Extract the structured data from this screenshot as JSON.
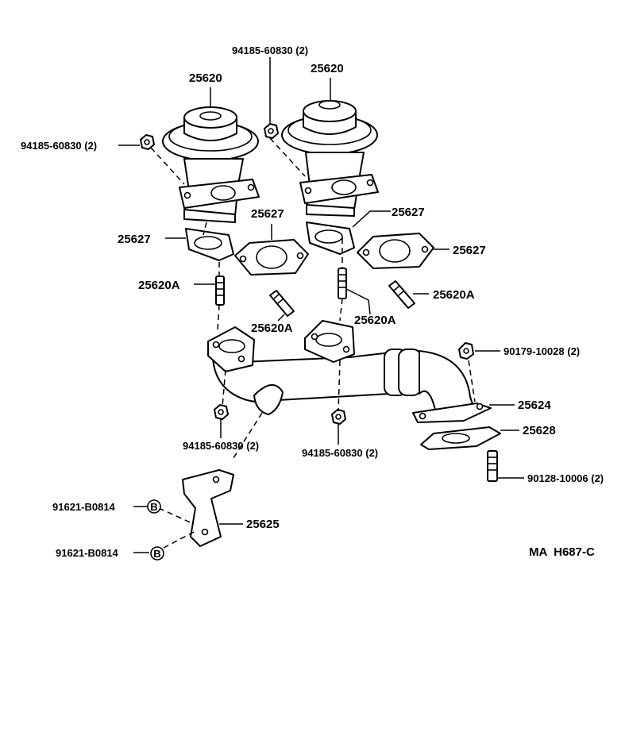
{
  "labels": {
    "egr_valve_left": "25620",
    "egr_valve_right": "25620",
    "nut_top": "94185-60830 (2)",
    "nut_left": "94185-60830 (2)",
    "gasket_left": "25627",
    "gasket_mid": "25627",
    "gasket_right_upper": "25627",
    "gasket_right": "25627",
    "stud_left": "25620A",
    "stud_mid": "25620A",
    "stud_center": "25620A",
    "stud_right": "25620A",
    "union_nut": "90179-10028 (2)",
    "pipe": "25624",
    "pipe_gasket": "25628",
    "pipe_stud": "90128-10006 (2)",
    "nut_bottom_left": "94185-60830 (2)",
    "nut_bottom_mid": "94185-60830 (2)",
    "bolt_upper": "91621-B0814",
    "bolt_lower": "91621-B0814",
    "bracket": "25625",
    "bolt_marker_upper": "B",
    "bolt_marker_lower": "B",
    "diagram_code": "MA  H687-C"
  }
}
